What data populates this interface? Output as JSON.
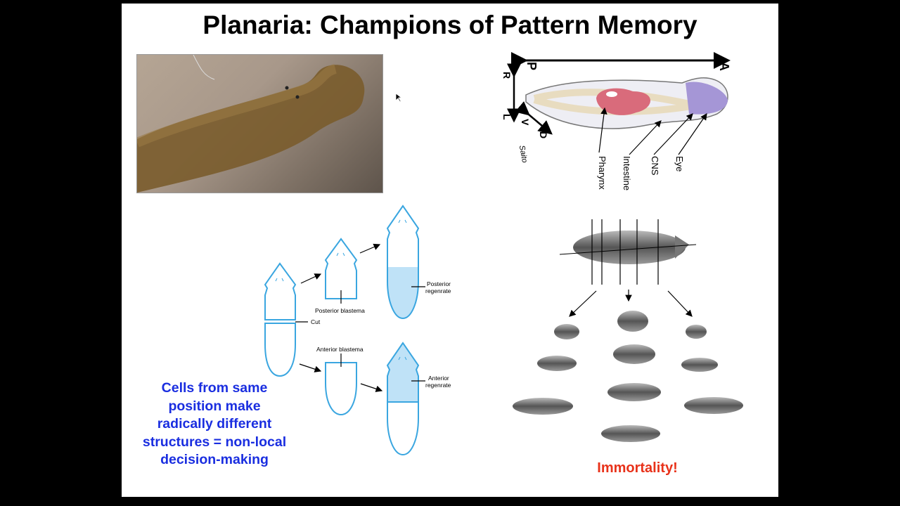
{
  "slide": {
    "title": "Planaria: Champions of Pattern Memory",
    "caption": "Cells from same position make radically different structures = non-local decision-making",
    "caption_lines": [
      "Cells from same",
      "position make",
      "radically different",
      "structures = non-local",
      "decision-making"
    ],
    "highlight": "Immortality!",
    "colors": {
      "caption": "#1a2ee0",
      "highlight": "#e8321a",
      "diagram_line": "#3aa6e0",
      "diagram_fill": "#bfe2f7"
    }
  },
  "anatomy_diagram": {
    "axes": {
      "posterior": "P",
      "anterior": "A",
      "right": "R",
      "left": "L",
      "ventral": "V",
      "dorsal": "D"
    },
    "signature": "Saito",
    "labels": [
      "Pharynx",
      "Intestine",
      "CNS",
      "Eye"
    ]
  },
  "regeneration_diagram": {
    "cut": "Cut",
    "posterior_blastema": "Posterior blastema",
    "anterior_blastema": "Anterior blastema",
    "posterior_regenerate": [
      "Posterior",
      "regenrate"
    ],
    "anterior_regenerate": [
      "Anterior",
      "regenrate"
    ]
  }
}
